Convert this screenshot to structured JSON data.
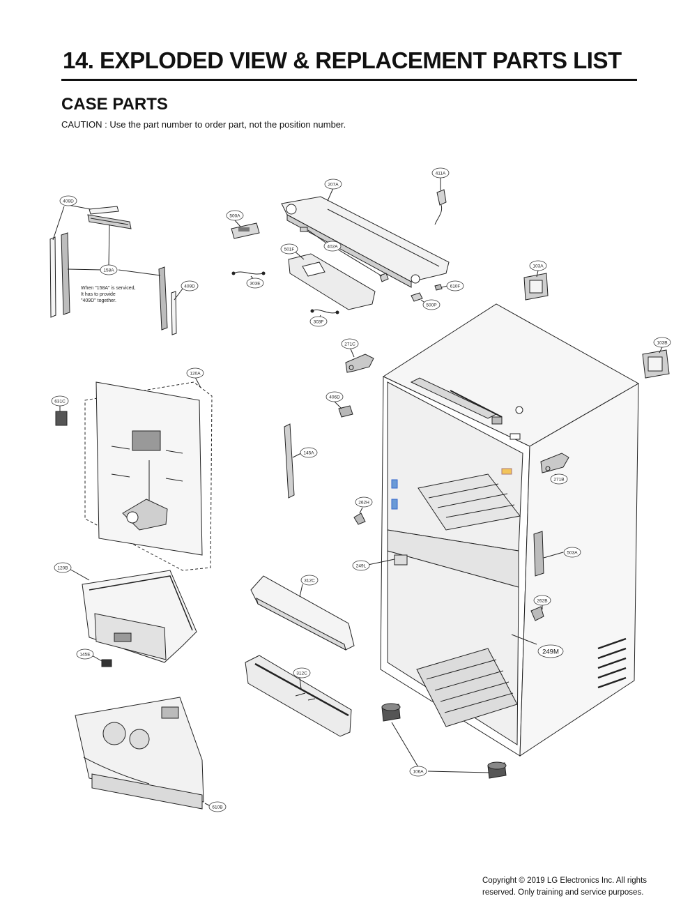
{
  "header": {
    "title": "14. EXPLODED VIEW & REPLACEMENT PARTS LIST",
    "section": "CASE PARTS",
    "caution": "CAUTION : Use the part number to order part, not the position number."
  },
  "diagram": {
    "note": [
      "When \"158A\" is serviced,",
      "It has to provide",
      "\"409D\" together."
    ],
    "callouts": {
      "c409D_a": "409D",
      "c158A": "158A",
      "c409D_b": "409D",
      "c500A": "500A",
      "c207A": "207A",
      "c411A": "411A",
      "c402A": "402A",
      "c501F": "501F",
      "c303E": "303E",
      "c303F": "303F",
      "c610F": "610F",
      "c500P": "500P",
      "c103A": "103A",
      "c103B": "103B",
      "c271C": "271C",
      "c120A": "120A",
      "c631C": "631C",
      "c406D": "406D",
      "c145A": "145A",
      "c271B": "271B",
      "c262H": "262H",
      "c249L": "249L",
      "c503A": "503A",
      "c120B": "120B",
      "c312C_a": "312C",
      "c262B": "262B",
      "c249M": "249M",
      "c145E": "145E",
      "c312C_b": "312C",
      "c106A": "106A",
      "c610B": "610B"
    }
  },
  "footer": {
    "copyright_line1": "Copyright © 2019  LG Electronics Inc. All rights",
    "copyright_line2": "reserved. Only training and service purposes."
  }
}
